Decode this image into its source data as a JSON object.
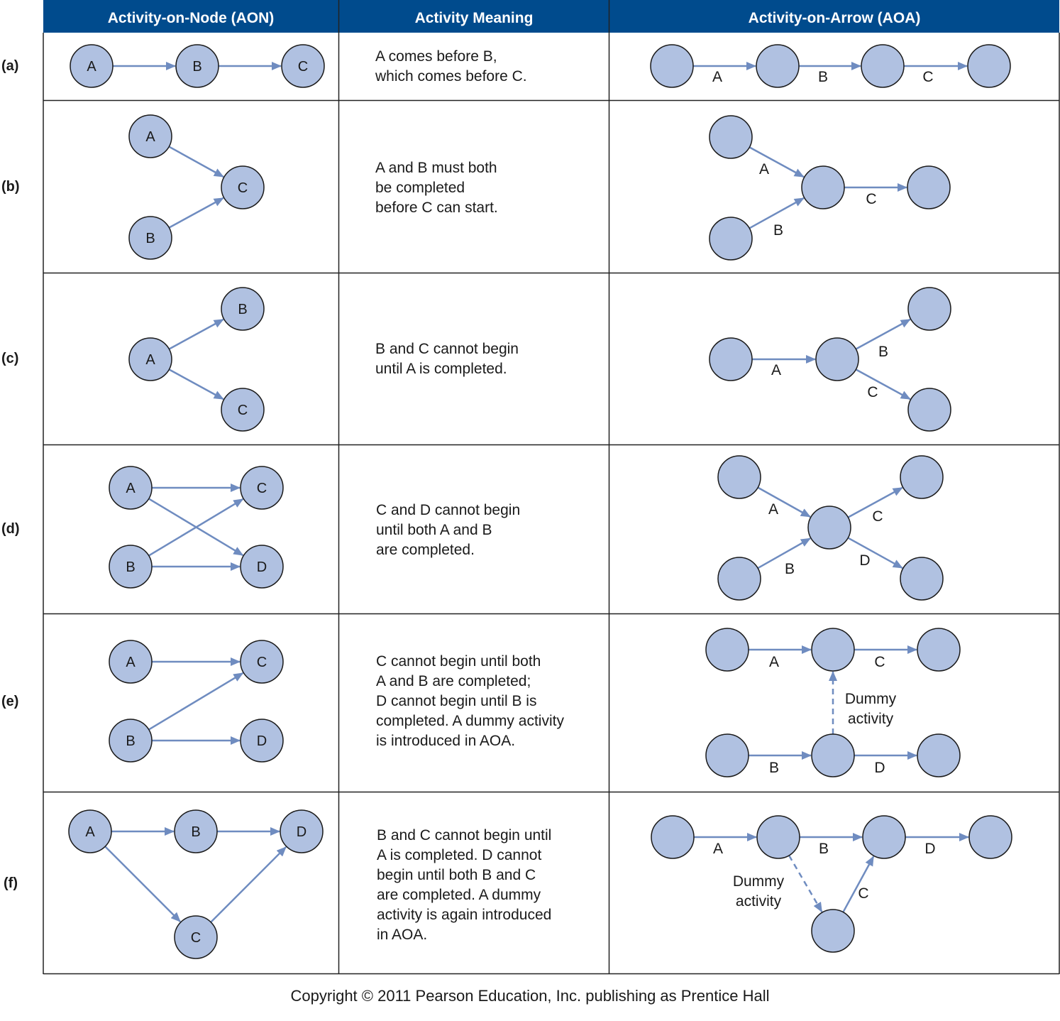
{
  "headers": {
    "aon": "Activity-on-Node (AON)",
    "meaning": "Activity Meaning",
    "aoa": "Activity-on-Arrow (AOA)"
  },
  "colors": {
    "header_bg": "#004b8d",
    "node_fill": "#b0c1e1",
    "node_stroke": "#1a1a1a",
    "arrow": "#6f8cc0",
    "grid": "#222222"
  },
  "rows": [
    {
      "label": "(a)",
      "meaning": "A comes before B,\nwhich comes before C.",
      "aon_nodes": [
        "A",
        "B",
        "C"
      ],
      "aoa_arrow_labels": [
        "A",
        "B",
        "C"
      ]
    },
    {
      "label": "(b)",
      "meaning": "A and B must both\nbe completed\nbefore C can start.",
      "aon_nodes": [
        "A",
        "B",
        "C"
      ],
      "aoa_arrow_labels": [
        "A",
        "B",
        "C"
      ]
    },
    {
      "label": "(c)",
      "meaning": "B and C cannot begin\nuntil A is completed.",
      "aon_nodes": [
        "B",
        "A",
        "C"
      ],
      "aoa_arrow_labels": [
        "A",
        "B",
        "C"
      ]
    },
    {
      "label": "(d)",
      "meaning": "C and D cannot begin\nuntil both A and B\nare completed.",
      "aon_nodes": [
        "A",
        "C",
        "B",
        "D"
      ],
      "aoa_arrow_labels": [
        "A",
        "B",
        "C",
        "D"
      ]
    },
    {
      "label": "(e)",
      "meaning": "C cannot begin until both\nA and B are completed;\nD cannot begin until B is\ncompleted. A dummy activity\nis introduced in AOA.",
      "aon_nodes": [
        "A",
        "C",
        "B",
        "D"
      ],
      "aoa_arrow_labels": [
        "A",
        "C",
        "B",
        "D"
      ],
      "aoa_dummy_label": "Dummy\nactivity"
    },
    {
      "label": "(f)",
      "meaning": "B and C cannot begin until\nA is completed. D cannot\nbegin until both B and C\nare completed. A dummy\nactivity is again introduced\nin AOA.",
      "aon_nodes": [
        "A",
        "B",
        "D",
        "C"
      ],
      "aoa_arrow_labels": [
        "A",
        "B",
        "D",
        "C"
      ],
      "aoa_dummy_label": "Dummy\nactivity"
    }
  ],
  "copyright": "Copyright © 2011 Pearson Education, Inc. publishing as Prentice Hall"
}
